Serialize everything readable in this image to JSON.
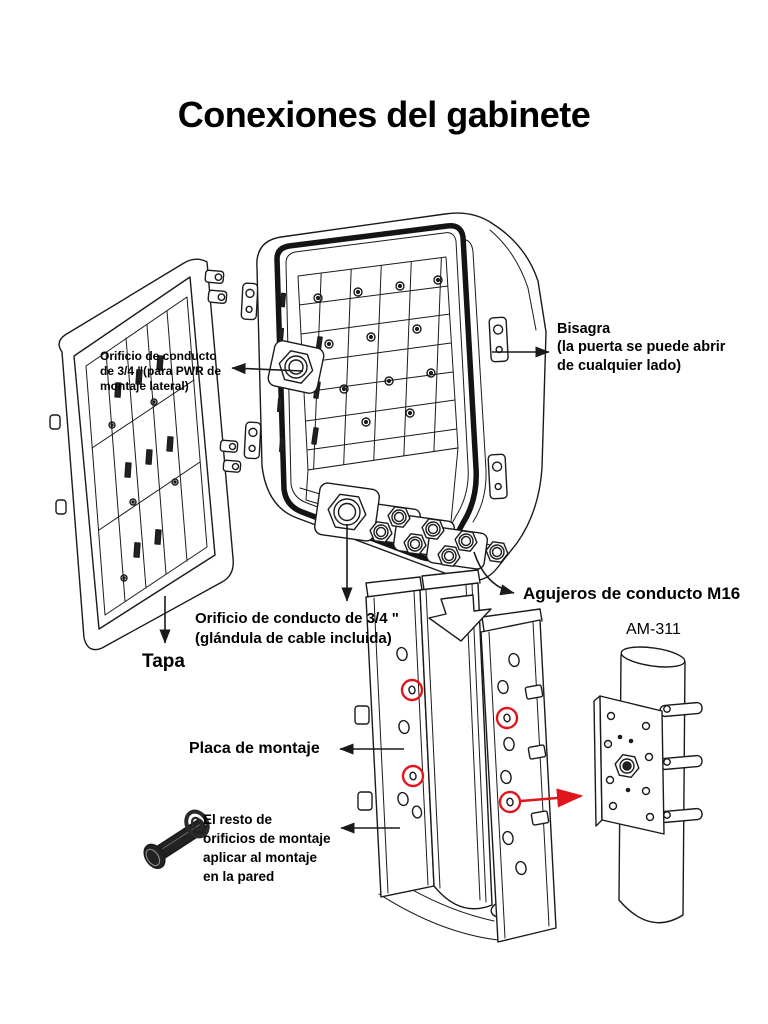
{
  "page": {
    "title": "Conexiones del gabinete"
  },
  "colors": {
    "background": "#ffffff",
    "text": "#000000",
    "line": "#1a1a1a",
    "highlight": "#e0161d",
    "screw": "#222222"
  },
  "annotations": {
    "side_conduit": "Orificio de conducto\nde 3/4 \"(para PWR de\nmontaje lateral)",
    "hinge": "Bisagra\n(la puerta se puede abrir\nde cualquier lado)",
    "conduit_m16": "Agujeros de conducto M16",
    "bottom_conduit": "Orificio de conducto de 3/4 \"\n(glándula de cable incluida)",
    "lid": "Tapa",
    "mounting_plate": "Placa de montaje",
    "wall_mount_holes": "El resto de\norificios de montaje\naplicar al montaje\nen la pared",
    "pole_mount_model": "AM-311"
  }
}
